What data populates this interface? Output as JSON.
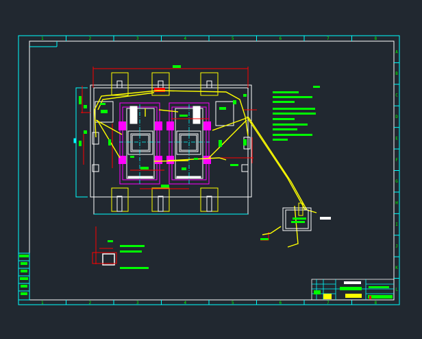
{
  "drawing": {
    "background": "#212830",
    "colors": {
      "frame": "#00ffff",
      "inner_frame": "#ffffff",
      "dimension": "#ff0000",
      "cable": "#ffff00",
      "pit": "#ff00ff",
      "text": "#00ff00",
      "outline": "#ffffff"
    },
    "column_labels": [
      "1",
      "2",
      "3",
      "4",
      "5",
      "6",
      "7",
      "8"
    ],
    "row_labels": [
      "A",
      "B",
      "C",
      "D",
      "E",
      "F",
      "G",
      "H",
      "I",
      "J",
      "K",
      "L"
    ]
  }
}
